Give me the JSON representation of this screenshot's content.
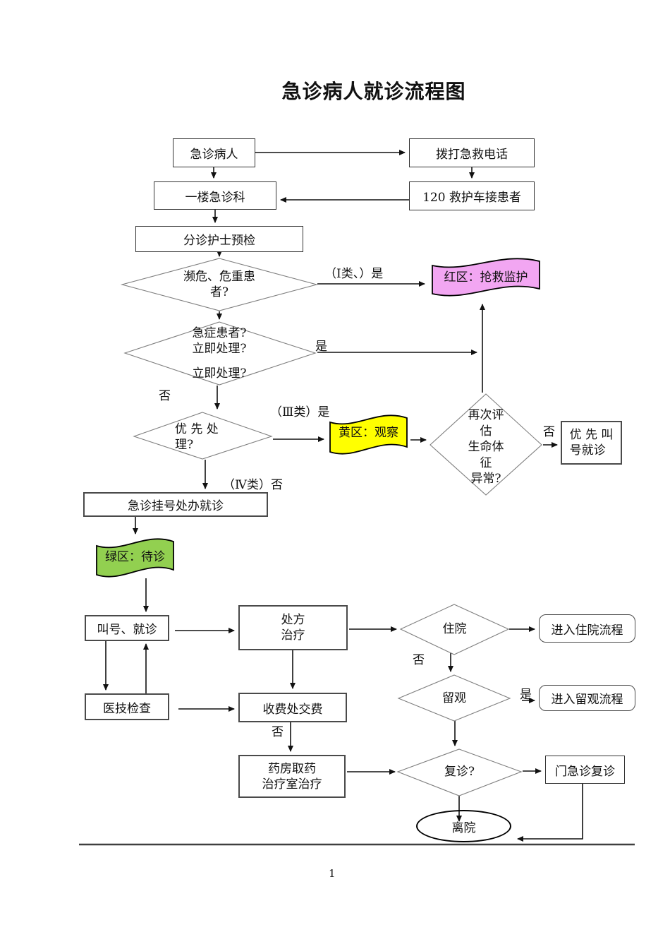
{
  "title": "急诊病人就诊流程图",
  "page_number": "1",
  "colors": {
    "red_zone": "#F2A6F2",
    "yellow_zone": "#FFFF00",
    "green_zone": "#92D050"
  },
  "nodes": {
    "emergency_patient": "急诊病人",
    "call_emergency": "拨打急救电话",
    "first_floor_er": "一楼急诊科",
    "ambulance": "120 救护车接患者",
    "triage_nurse": "分诊护士预检",
    "critical_lines": [
      "濒危、危重患",
      "者?"
    ],
    "red_zone": "红区：抢救监护",
    "urgent_lines": [
      "急症患者?",
      "立即处理?",
      "立即处理?"
    ],
    "priority_lines": [
      "优 先 处",
      "理?"
    ],
    "yellow_zone": "黄区：观察",
    "reassess_lines": [
      "再次评",
      "估",
      "生命体",
      "征",
      "异常?"
    ],
    "priority_call_lines": [
      "优 先 叫",
      "号就诊"
    ],
    "er_registration": "急诊挂号处办就诊",
    "green_zone": "绿区：待诊",
    "call_number_visit": "叫号、就诊",
    "prescription_lines": [
      "处方",
      "治疗"
    ],
    "medtech_exam": "医技检查",
    "payment": "收费处交费",
    "pharmacy_lines": [
      "药房取药",
      "治疗室治疗"
    ],
    "hospitalize": "住院",
    "inpatient_flow": "进入住院流程",
    "observation": "留观",
    "observation_flow": "进入留观流程",
    "followup": "复诊?",
    "outpatient_followup": "门急诊复诊",
    "discharge": "离院"
  },
  "edge_labels": {
    "class1_yes": "（Ⅰ类、）是",
    "urgent_yes": "是",
    "urgent_no": "否",
    "class3_yes": "（Ⅲ类）是",
    "class4_no": "（Ⅳ类）否",
    "reassess_no": "否",
    "hospitalize_no": "否",
    "observation_yes": "是",
    "payment_no": "否"
  }
}
